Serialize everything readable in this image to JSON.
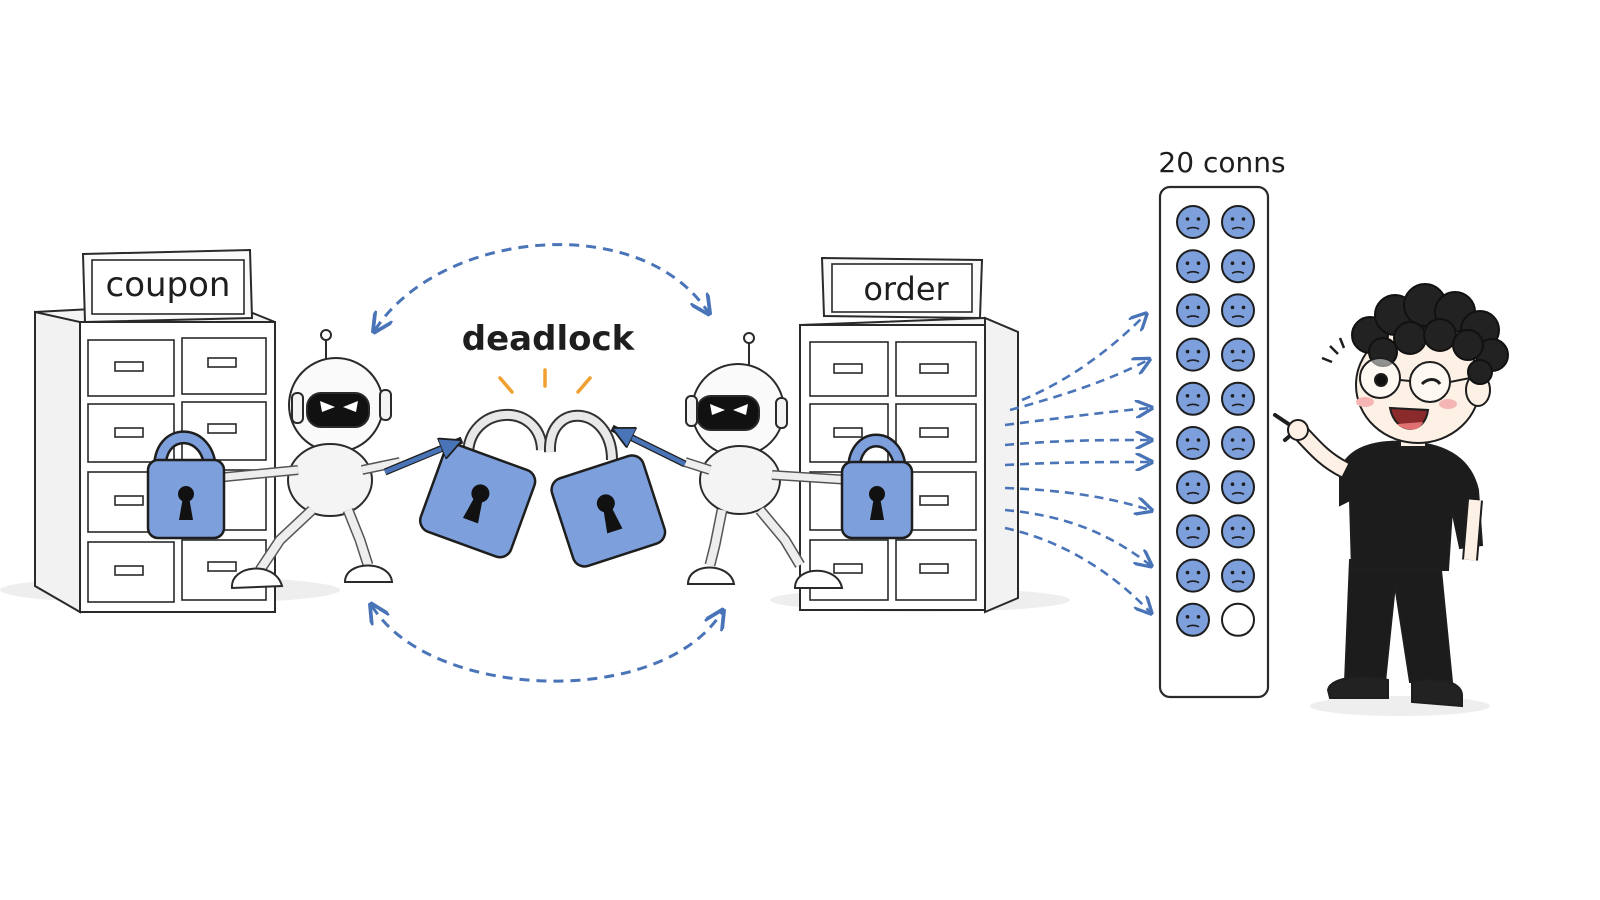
{
  "labels": {
    "left_cabinet": "coupon",
    "right_cabinet": "order",
    "deadlock": "deadlock",
    "pool": "20 conns"
  },
  "pool": {
    "total": 20,
    "used": 19,
    "free": 1
  },
  "colors": {
    "lock_blue": "#7d9fdc",
    "arrow_blue": "#4a74b8",
    "spark_orange": "#f0a030",
    "ink": "#1e1e1e",
    "shirt": "#1c1c1c"
  },
  "icons": [
    "padlock-icon",
    "keyhole-icon",
    "robot-icon",
    "sad-face-icon",
    "empty-slot-icon",
    "developer-icon"
  ]
}
